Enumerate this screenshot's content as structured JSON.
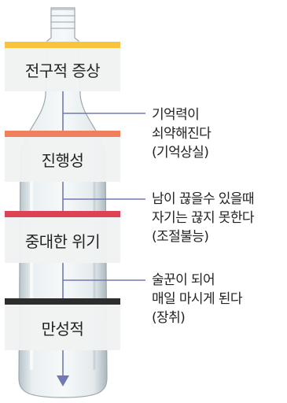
{
  "stages": [
    {
      "label": "전구적 증상",
      "color": "#f9c43c"
    },
    {
      "label": "진행성",
      "color": "#ef7f5e"
    },
    {
      "label": "중대한 위기",
      "color": "#dc4155"
    },
    {
      "label": "만성적",
      "color": "#2d2d2d"
    }
  ],
  "annotations": [
    {
      "lines": [
        "기억력이",
        "쇠약해진다",
        "(기억상실)"
      ]
    },
    {
      "lines": [
        "남이 끊을수 있을때",
        "자기는 끊지 못한다",
        "(조절불능)"
      ]
    },
    {
      "lines": [
        "술꾼이 되어",
        "매일 마시게 된다",
        "(장취)"
      ]
    }
  ],
  "colors": {
    "arrow": "#7378b6",
    "connector": "#7378b6",
    "glass": "#d6e0e4"
  },
  "icons": [
    "bottle-illustration",
    "arrow-down-icon"
  ]
}
